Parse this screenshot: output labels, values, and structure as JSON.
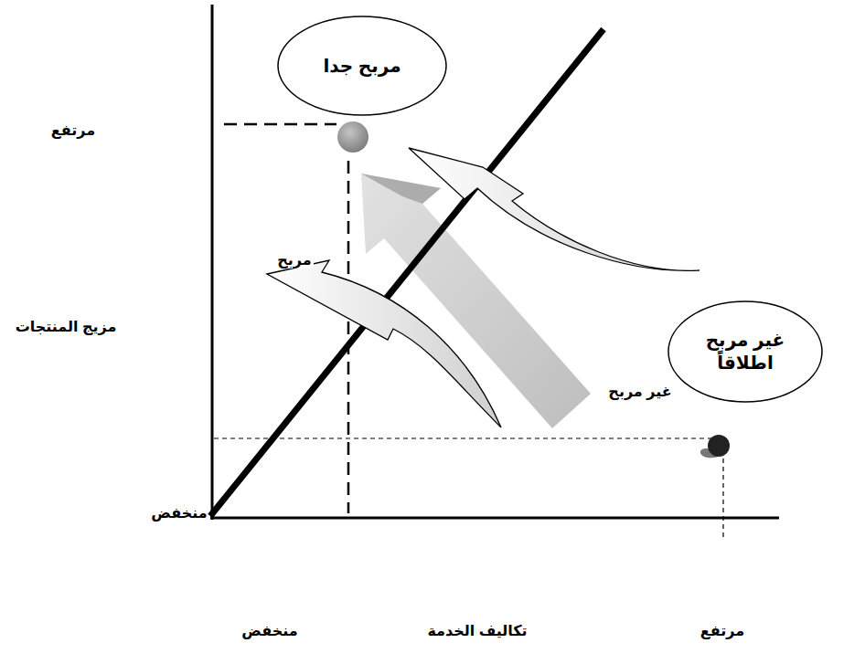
{
  "diagram": {
    "nodes": [
      {
        "text": [
          "مربح جدا"
        ]
      },
      {
        "text": [
          "غير مربح اطلاقاً"
        ]
      }
    ],
    "labels": [
      "مرتفع",
      "مزيج المنتجات",
      "منخفض",
      "مربح",
      "غير مربح",
      "منخفض",
      "تكاليف الخدمة",
      "مرتفع"
    ]
  }
}
